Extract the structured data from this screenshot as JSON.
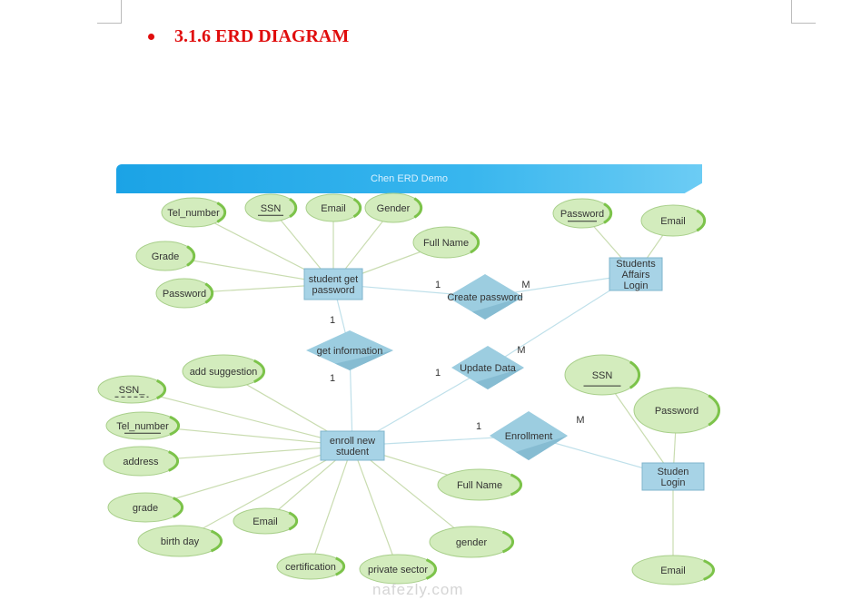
{
  "heading": {
    "text": "3.1.6 ERD DIAGRAM"
  },
  "banner": {
    "title": "Chen ERD Demo"
  },
  "watermark": "nafezly.com",
  "colors": {
    "heading": "#e00d0d",
    "entity": "#a7d3e6",
    "relationship": "#9ccde0",
    "attribute": "#d3ecbd",
    "attribute_edge": "#c9dcb0"
  },
  "diagram": {
    "nodes": [
      {
        "id": "e1",
        "kind": "entity",
        "label": [
          "student get",
          "password"
        ]
      },
      {
        "id": "e2",
        "kind": "entity",
        "label": [
          "Students",
          "Affairs",
          "Login"
        ]
      },
      {
        "id": "e3",
        "kind": "entity",
        "label": [
          "enroll new",
          "student"
        ]
      },
      {
        "id": "e4",
        "kind": "entity",
        "label": [
          "Studen",
          "Login"
        ]
      },
      {
        "id": "r1",
        "kind": "relationship",
        "label": [
          "Create password"
        ]
      },
      {
        "id": "r2",
        "kind": "relationship",
        "label": [
          "get information"
        ]
      },
      {
        "id": "r3",
        "kind": "relationship",
        "label": [
          "Update Data"
        ]
      },
      {
        "id": "r4",
        "kind": "relationship",
        "label": [
          "Enrollment"
        ]
      },
      {
        "id": "a1",
        "kind": "attribute",
        "label": [
          "Tel_number"
        ]
      },
      {
        "id": "a2",
        "kind": "attribute",
        "label": [
          "SSN"
        ],
        "key": "solid"
      },
      {
        "id": "a3",
        "kind": "attribute",
        "label": [
          "Email"
        ]
      },
      {
        "id": "a4",
        "kind": "attribute",
        "label": [
          "Gender"
        ]
      },
      {
        "id": "a5",
        "kind": "attribute",
        "label": [
          "Full Name"
        ]
      },
      {
        "id": "a6",
        "kind": "attribute",
        "label": [
          "Grade"
        ]
      },
      {
        "id": "a7",
        "kind": "attribute",
        "label": [
          "Password"
        ]
      },
      {
        "id": "a8",
        "kind": "attribute",
        "label": [
          "Password"
        ],
        "key": "solid"
      },
      {
        "id": "a9",
        "kind": "attribute",
        "label": [
          "Email"
        ]
      },
      {
        "id": "a10",
        "kind": "attribute",
        "label": [
          "add suggestion"
        ]
      },
      {
        "id": "a11",
        "kind": "attribute",
        "label": [
          "SSN_"
        ],
        "key": "dashed"
      },
      {
        "id": "a12",
        "kind": "attribute",
        "label": [
          "Tel_number"
        ],
        "key": "solid"
      },
      {
        "id": "a13",
        "kind": "attribute",
        "label": [
          "address"
        ]
      },
      {
        "id": "a14",
        "kind": "attribute",
        "label": [
          "grade"
        ]
      },
      {
        "id": "a15",
        "kind": "attribute",
        "label": [
          "birth day"
        ]
      },
      {
        "id": "a16",
        "kind": "attribute",
        "label": [
          "Email"
        ]
      },
      {
        "id": "a17",
        "kind": "attribute",
        "label": [
          "certification"
        ]
      },
      {
        "id": "a18",
        "kind": "attribute",
        "label": [
          "private sector"
        ]
      },
      {
        "id": "a19",
        "kind": "attribute",
        "label": [
          "Full Name"
        ]
      },
      {
        "id": "a20",
        "kind": "attribute",
        "label": [
          "gender"
        ]
      },
      {
        "id": "a21",
        "kind": "attribute",
        "label": [
          "SSN"
        ],
        "key": "solid"
      },
      {
        "id": "a22",
        "kind": "attribute",
        "label": [
          "Password"
        ]
      },
      {
        "id": "a23",
        "kind": "attribute",
        "label": [
          "Email"
        ]
      }
    ],
    "edges": [
      [
        "e1",
        "a1"
      ],
      [
        "e1",
        "a2"
      ],
      [
        "e1",
        "a3"
      ],
      [
        "e1",
        "a4"
      ],
      [
        "e1",
        "a5"
      ],
      [
        "e1",
        "a6"
      ],
      [
        "e1",
        "a7"
      ],
      [
        "e2",
        "a8"
      ],
      [
        "e2",
        "a9"
      ],
      [
        "e3",
        "a10"
      ],
      [
        "e3",
        "a11"
      ],
      [
        "e3",
        "a12"
      ],
      [
        "e3",
        "a13"
      ],
      [
        "e3",
        "a14"
      ],
      [
        "e3",
        "a15"
      ],
      [
        "e3",
        "a16"
      ],
      [
        "e3",
        "a17"
      ],
      [
        "e3",
        "a18"
      ],
      [
        "e3",
        "a19"
      ],
      [
        "e3",
        "a20"
      ],
      [
        "e4",
        "a21"
      ],
      [
        "e4",
        "a22"
      ],
      [
        "e4",
        "a23"
      ],
      [
        "e1",
        "r1"
      ],
      [
        "r1",
        "e2"
      ],
      [
        "e1",
        "r2"
      ],
      [
        "r2",
        "e3"
      ],
      [
        "e3",
        "r3"
      ],
      [
        "r3",
        "e2"
      ],
      [
        "e3",
        "r4"
      ],
      [
        "r4",
        "e4"
      ]
    ],
    "cardinalities": [
      {
        "id": "c1",
        "text": "1"
      },
      {
        "id": "c2",
        "text": "M"
      },
      {
        "id": "c3",
        "text": "1"
      },
      {
        "id": "c4",
        "text": "1"
      },
      {
        "id": "c5",
        "text": "1"
      },
      {
        "id": "c6",
        "text": "M"
      },
      {
        "id": "c7",
        "text": "1"
      },
      {
        "id": "c8",
        "text": "M"
      }
    ]
  }
}
